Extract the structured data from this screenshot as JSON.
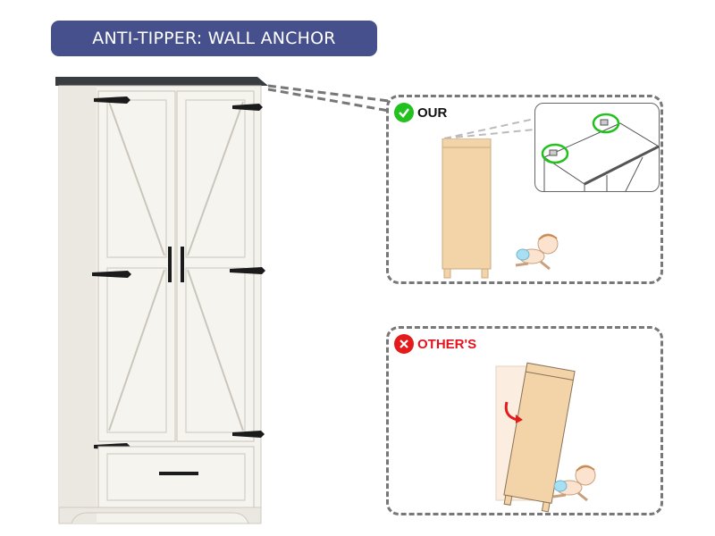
{
  "header": {
    "title": "ANTI-TIPPER: WALL ANCHOR"
  },
  "comparison": {
    "our": {
      "label": "OUR",
      "status_icon": "check-circle-icon",
      "status_color": "#22c11d",
      "inset": "wall-anchor-closeup"
    },
    "other": {
      "label": "OTHER'S",
      "status_icon": "x-circle-icon",
      "status_color": "#e41b1b"
    }
  },
  "colors": {
    "badge": "#45508c",
    "dash": "#777777",
    "wood": "#f3d3a8",
    "cabinet": "#f4f2ec",
    "hardware": "#1b1b1b",
    "highlight": "#22c11d"
  }
}
